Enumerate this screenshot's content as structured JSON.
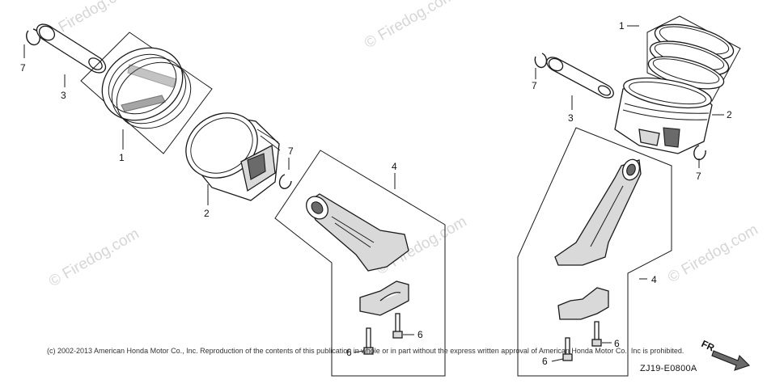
{
  "watermark": "© Firedog.com",
  "callouts": {
    "left_1": "1",
    "left_2": "2",
    "left_3": "3",
    "left_4": "4",
    "left_6a": "6",
    "left_6b": "6",
    "left_7a": "7",
    "left_7b": "7",
    "right_1": "1",
    "right_2": "2",
    "right_3": "3",
    "right_4": "4",
    "right_6a": "6",
    "right_6b": "6",
    "right_7a": "7",
    "right_7b": "7"
  },
  "front_arrow_label": "FR.",
  "diagram_code": "ZJ19-E0800A",
  "copyright": "(c) 2002-2013 American Honda Motor Co., Inc. Reproduction of the contents of this publication in whole or in part without the express written approval of American Honda Motor Co., Inc is prohibited."
}
